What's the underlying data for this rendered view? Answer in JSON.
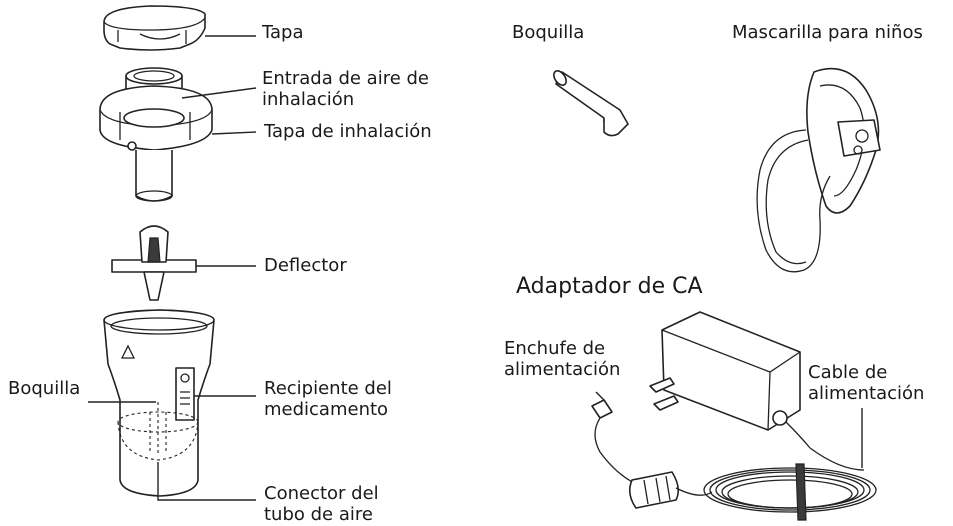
{
  "labels": {
    "tapa": "Tapa",
    "entrada_line1": "Entrada de aire de",
    "entrada_line2": "inhalación",
    "tapa_inhalacion": "Tapa de inhalación",
    "deflector": "Deflector",
    "boquilla_left": "Boquilla",
    "recipiente_line1": "Recipiente del",
    "recipiente_line2": "medicamento",
    "conector_line1": "Conector del",
    "conector_line2": "tubo de aire",
    "boquilla_top": "Boquilla",
    "mascarilla": "Mascarilla para niños",
    "adaptador": "Adaptador de CA",
    "enchufe_line1": "Enchufe de",
    "enchufe_line2": "alimentación",
    "cable_line1": "Cable de",
    "cable_line2": "alimentación"
  }
}
